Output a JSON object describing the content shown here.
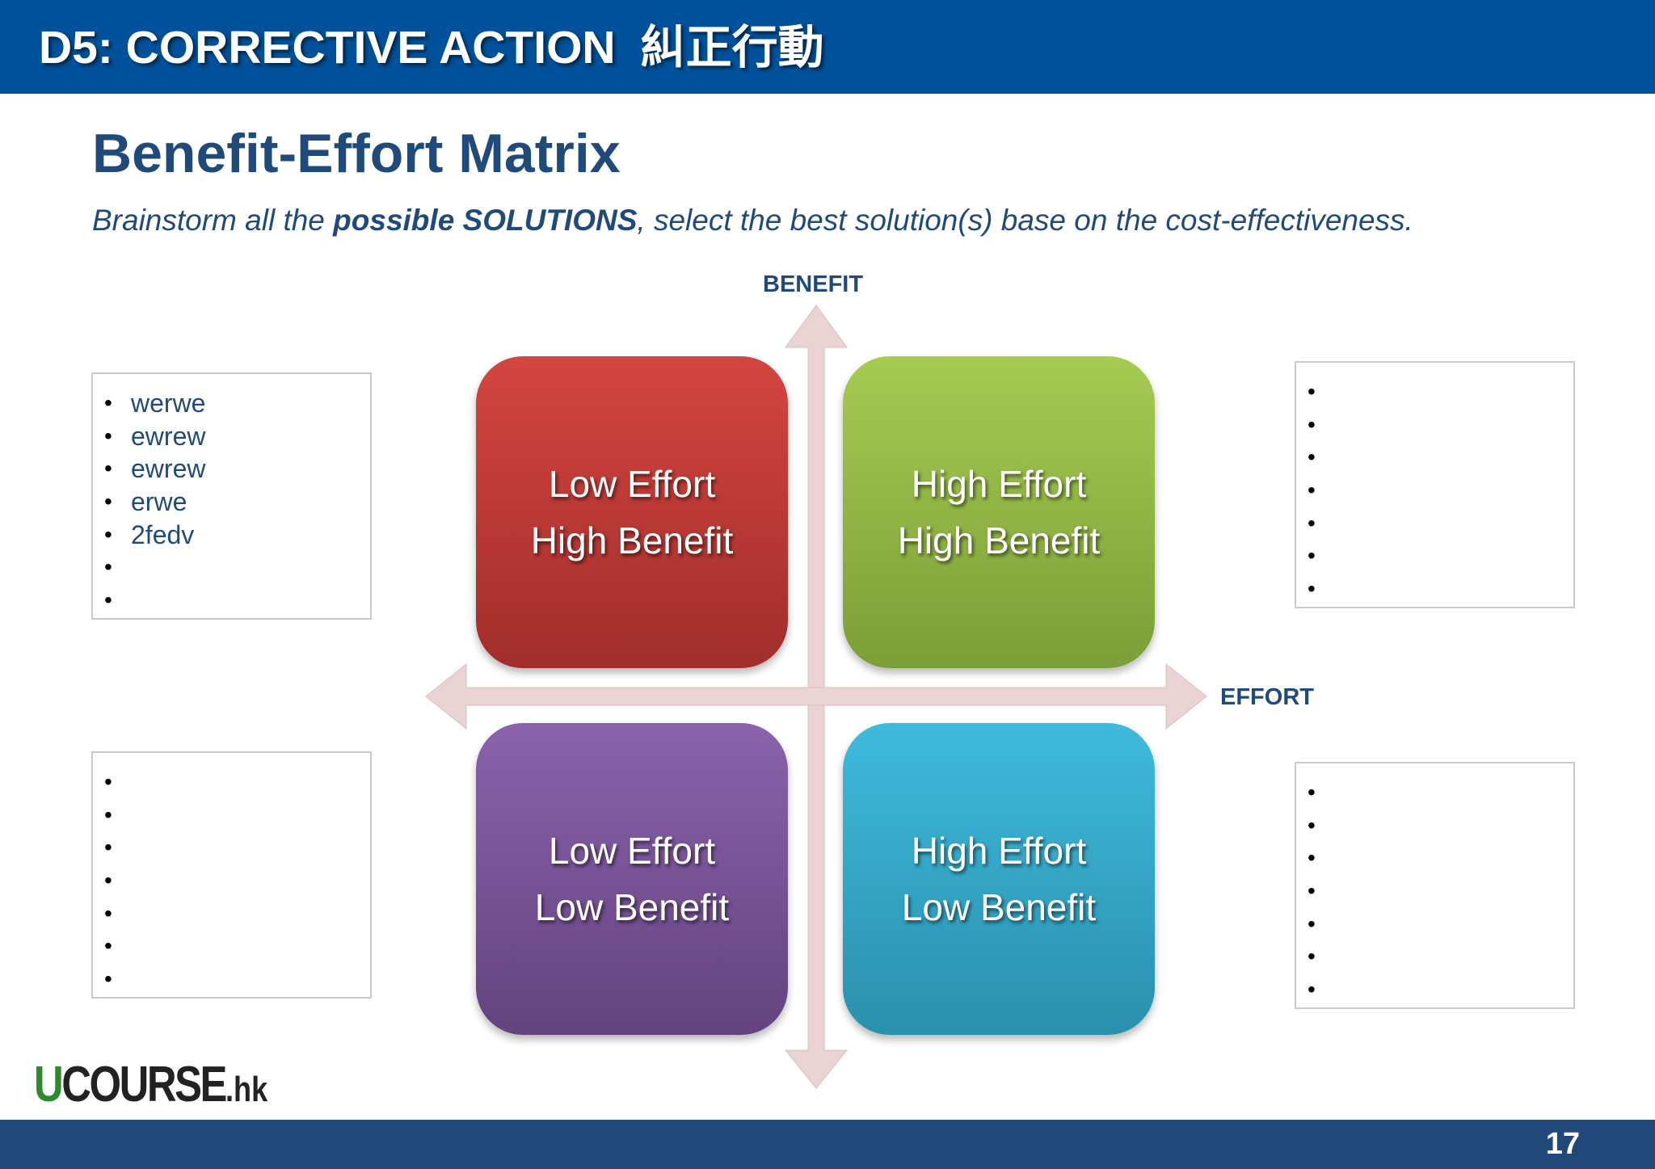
{
  "header": {
    "title": "D5: CORRECTIVE ACTION",
    "title_cjk": "糾正行動",
    "background_color": "#00519b"
  },
  "heading": "Benefit-Effort Matrix",
  "subtitle": {
    "part1": "Brainstorm all the ",
    "bold": "possible SOLUTIONS",
    "part2": ", select the best solution(s) base on the cost-effectiveness."
  },
  "axes": {
    "y_label": "BENEFIT",
    "x_label": "EFFORT",
    "arrow_color": "#ead3d3"
  },
  "quadrants": [
    {
      "line1": "Low Effort",
      "line2": "High Benefit",
      "color": "#c83d39"
    },
    {
      "line1": "High Effort",
      "line2": "High Benefit",
      "color": "#94bb47"
    },
    {
      "line1": "Low Effort",
      "line2": "Low Benefit",
      "color": "#7a55a0"
    },
    {
      "line1": "High Effort",
      "line2": "Low Benefit",
      "color": "#35a8c8"
    }
  ],
  "lists": {
    "top_left": {
      "items": [
        "werwe",
        "ewrew",
        "ewrew",
        "erwe",
        "2fedv",
        "",
        ""
      ]
    },
    "top_right": {
      "items": [
        "",
        "",
        "",
        "",
        "",
        "",
        ""
      ]
    },
    "bottom_left": {
      "items": [
        "",
        "",
        "",
        "",
        "",
        "",
        ""
      ]
    },
    "bottom_right": {
      "items": [
        "",
        "",
        "",
        "",
        "",
        "",
        ""
      ]
    }
  },
  "logo": {
    "first": "U",
    "rest": "COURSE",
    "tld": ".hk"
  },
  "footer": {
    "page_number": "17",
    "background_color": "#204879"
  }
}
